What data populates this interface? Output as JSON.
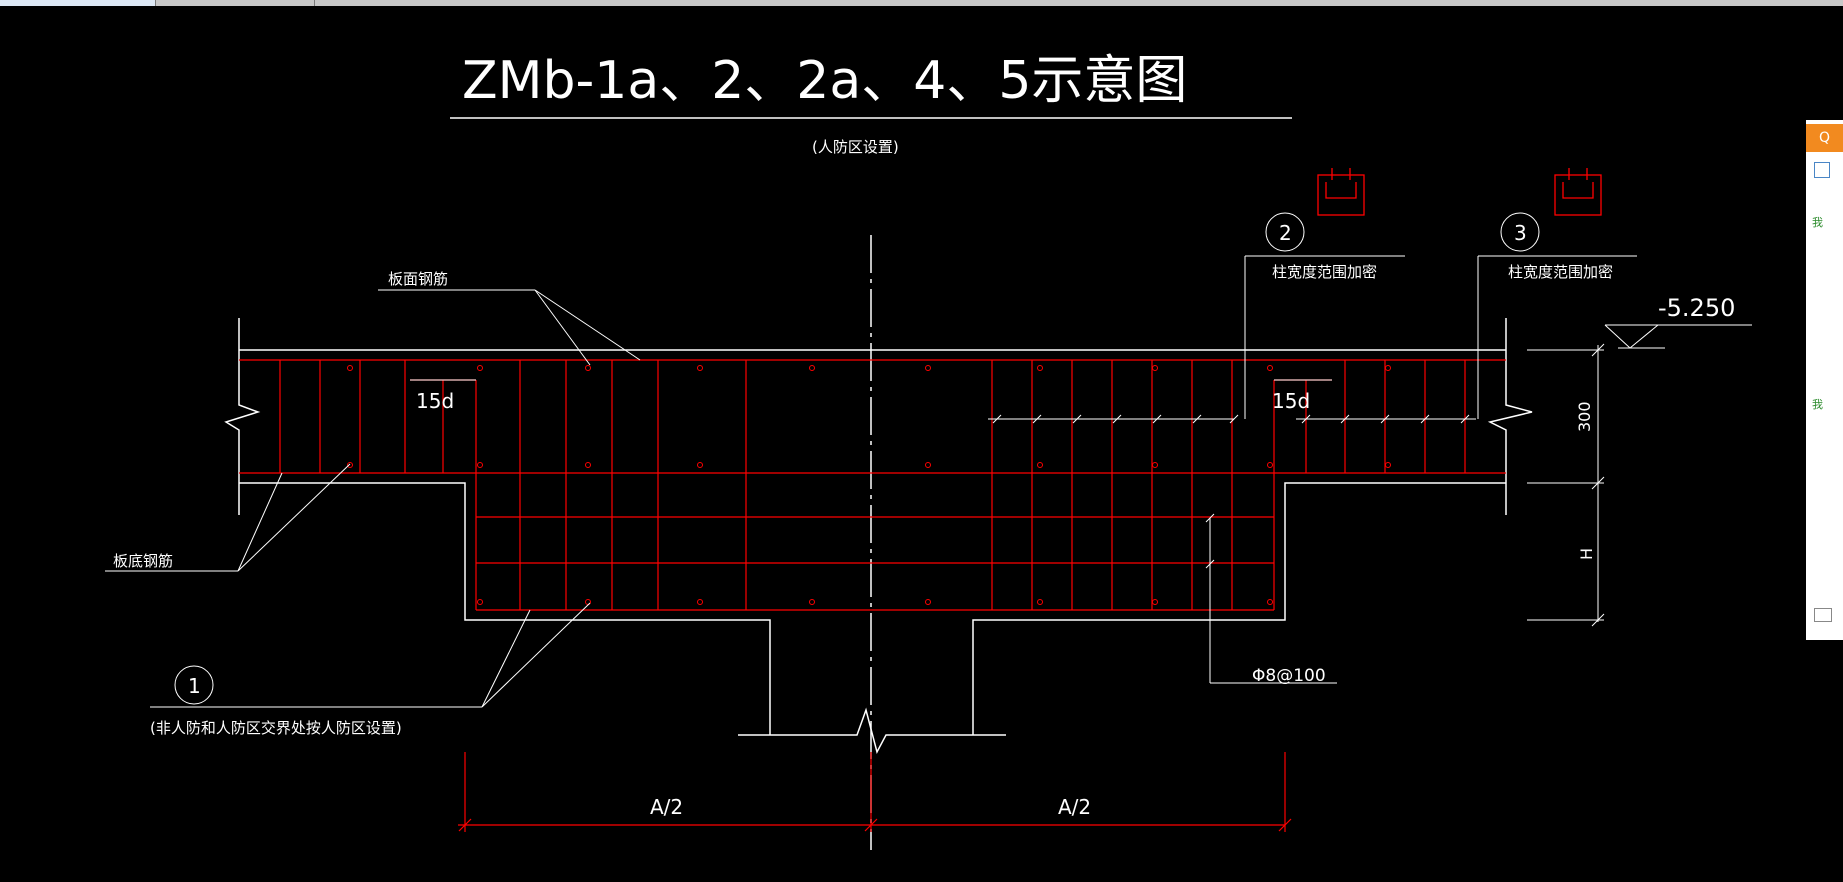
{
  "drawing": {
    "title": "ZMb-1a、2、2a、4、5示意图",
    "subtitle": "(人防区设置)",
    "label_top_rebar": "板面钢筋",
    "label_bottom_rebar": "板底钢筋",
    "anchor_15d_left": "15d",
    "anchor_15d_right": "15d",
    "callout_1_num": "1",
    "callout_1_text": "(非人防和人防区交界处按人防区设置)",
    "callout_2_num": "2",
    "callout_2_text": "柱宽度范围加密",
    "callout_3_num": "3",
    "callout_3_text": "柱宽度范围加密",
    "elevation": "-5.250",
    "dim_300": "300",
    "dim_H": "H",
    "stirrup": "Φ8@100",
    "dim_left_half": "A/2",
    "dim_right_half": "A/2"
  },
  "sidepanel": {
    "badge": "Q",
    "label_1": "我",
    "label_2": "我"
  },
  "colors": {
    "background": "#000000",
    "linework": "#ffffff",
    "rebar": "#ff0000"
  }
}
